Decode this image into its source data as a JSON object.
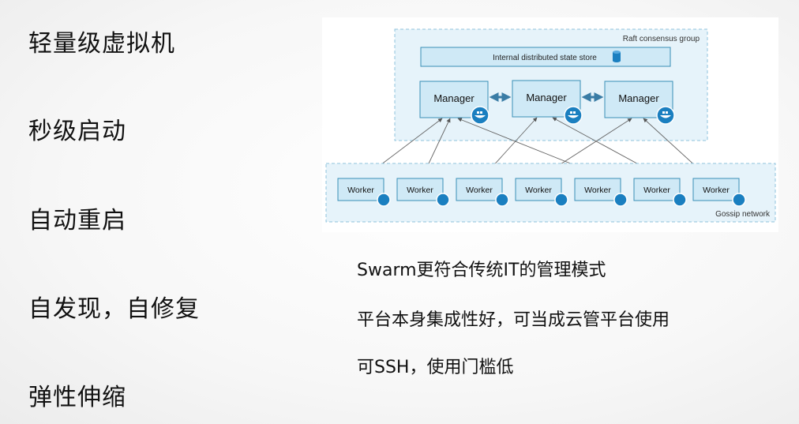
{
  "features": [
    "轻量级虚拟机",
    "秒级启动",
    "自动重启",
    "自发现，自修复",
    "弹性伸缩"
  ],
  "notes": [
    "Swarm更符合传统IT的管理模式",
    "平台本身集成性好，可当成云管平台使用",
    "可SSH，使用门槛低"
  ],
  "diagram": {
    "group_label": "Raft consensus group",
    "state_store_label": "Internal distributed state store",
    "managers": [
      "Manager",
      "Manager",
      "Manager"
    ],
    "workers": [
      "Worker",
      "Worker",
      "Worker",
      "Worker",
      "Worker",
      "Worker",
      "Worker"
    ],
    "network_label": "Gossip network",
    "colors": {
      "group_fill": "#e6f3fa",
      "group_border": "#8fc3dc",
      "box_fill": "#cfe9f6",
      "box_border": "#3a8fb7",
      "docker_blue": "#1a7fc0",
      "arrow": "#3a7ca5",
      "edge": "#666666"
    },
    "icons": [
      "database-icon",
      "docker-whale-icon"
    ]
  }
}
